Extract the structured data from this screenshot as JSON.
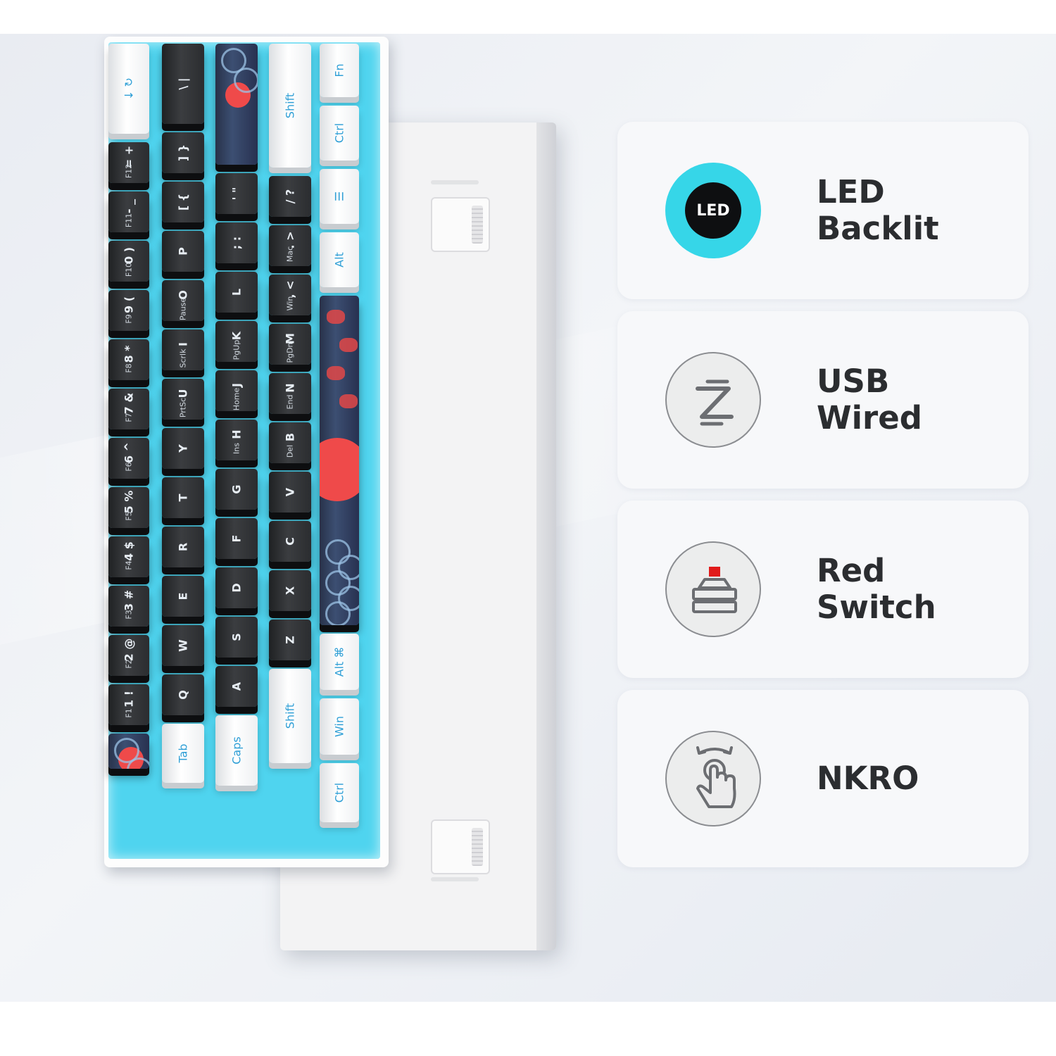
{
  "features": [
    {
      "line1": "LED",
      "line2": "Backlit",
      "icon": "led-badge-icon",
      "badge_text": "LED"
    },
    {
      "line1": "USB",
      "line2": "Wired",
      "icon": "usb-wired-icon"
    },
    {
      "line1": "Red",
      "line2": "Switch",
      "icon": "red-switch-icon"
    },
    {
      "line1": "NKRO",
      "line2": "",
      "icon": "nkro-touch-icon"
    }
  ],
  "colors": {
    "backlight": "#4fd4ef",
    "led_ring": "#36d6e8",
    "switch_red": "#e11b1b",
    "title_text": "#2b2d30"
  },
  "keyboard": {
    "columns": [
      [
        {
          "t": "↓  ↻",
          "s": "light"
        },
        {
          "t": "= +",
          "f": "F12",
          "s": "dark"
        },
        {
          "t": "- _",
          "f": "F11",
          "s": "dark"
        },
        {
          "t": "0 )",
          "f": "F10",
          "s": "dark"
        },
        {
          "t": "9 (",
          "f": "F9",
          "s": "dark"
        },
        {
          "t": "8 *",
          "f": "F8",
          "s": "dark"
        },
        {
          "t": "7 &",
          "f": "F7",
          "s": "dark"
        },
        {
          "t": "6 ^",
          "f": "F6",
          "s": "dark"
        },
        {
          "t": "5 %",
          "f": "F5",
          "s": "dark"
        },
        {
          "t": "4 $",
          "f": "F4",
          "s": "dark"
        },
        {
          "t": "3 #",
          "f": "F3",
          "s": "dark"
        },
        {
          "t": "2 @",
          "f": "F2",
          "s": "dark"
        },
        {
          "t": "1 !",
          "f": "F1",
          "s": "dark"
        },
        {
          "t": "",
          "s": "art"
        }
      ],
      [
        {
          "t": "\\ |",
          "s": "dark"
        },
        {
          "t": "] }",
          "s": "dark"
        },
        {
          "t": "[ {",
          "s": "dark"
        },
        {
          "t": "P",
          "f": "",
          "s": "dark"
        },
        {
          "t": "O",
          "f": "Pause",
          "s": "dark"
        },
        {
          "t": "I",
          "f": "Scrlk",
          "s": "dark"
        },
        {
          "t": "U",
          "f": "PrtSc",
          "s": "dark"
        },
        {
          "t": "Y",
          "s": "dark"
        },
        {
          "t": "T",
          "s": "dark"
        },
        {
          "t": "R",
          "s": "dark"
        },
        {
          "t": "E",
          "s": "dark"
        },
        {
          "t": "W",
          "s": "dark"
        },
        {
          "t": "Q",
          "s": "dark"
        },
        {
          "t": "Tab",
          "s": "light"
        }
      ],
      [
        {
          "t": "",
          "s": "art"
        },
        {
          "t": "' \"",
          "s": "dark"
        },
        {
          "t": "; :",
          "s": "dark"
        },
        {
          "t": "L",
          "s": "dark"
        },
        {
          "t": "K",
          "f": "PgUp",
          "s": "dark"
        },
        {
          "t": "J",
          "f": "Home",
          "s": "dark"
        },
        {
          "t": "H",
          "f": "Ins",
          "s": "dark"
        },
        {
          "t": "G",
          "s": "dark"
        },
        {
          "t": "F",
          "s": "dark"
        },
        {
          "t": "D",
          "s": "dark"
        },
        {
          "t": "S",
          "s": "dark"
        },
        {
          "t": "A",
          "s": "dark"
        },
        {
          "t": "Caps",
          "s": "light"
        }
      ],
      [
        {
          "t": "Shift",
          "s": "light"
        },
        {
          "t": "/ ?",
          "s": "dark"
        },
        {
          "t": ". >",
          "f": "Mac",
          "s": "dark"
        },
        {
          "t": ", <",
          "f": "Win",
          "s": "dark"
        },
        {
          "t": "M",
          "f": "PgDn",
          "s": "dark"
        },
        {
          "t": "N",
          "f": "End",
          "s": "dark"
        },
        {
          "t": "B",
          "f": "Del",
          "s": "dark"
        },
        {
          "t": "V",
          "s": "dark"
        },
        {
          "t": "C",
          "s": "dark"
        },
        {
          "t": "X",
          "s": "dark"
        },
        {
          "t": "Z",
          "s": "dark"
        },
        {
          "t": "Shift",
          "s": "light"
        }
      ],
      [
        {
          "t": "Fn",
          "s": "light"
        },
        {
          "t": "Ctrl",
          "s": "light"
        },
        {
          "t": "☰",
          "s": "light"
        },
        {
          "t": "Alt",
          "s": "light"
        },
        {
          "t": "",
          "s": "art"
        },
        {
          "t": "Alt  ⌘",
          "s": "light"
        },
        {
          "t": "Win",
          "s": "light"
        },
        {
          "t": "Ctrl",
          "s": "light"
        }
      ]
    ]
  }
}
